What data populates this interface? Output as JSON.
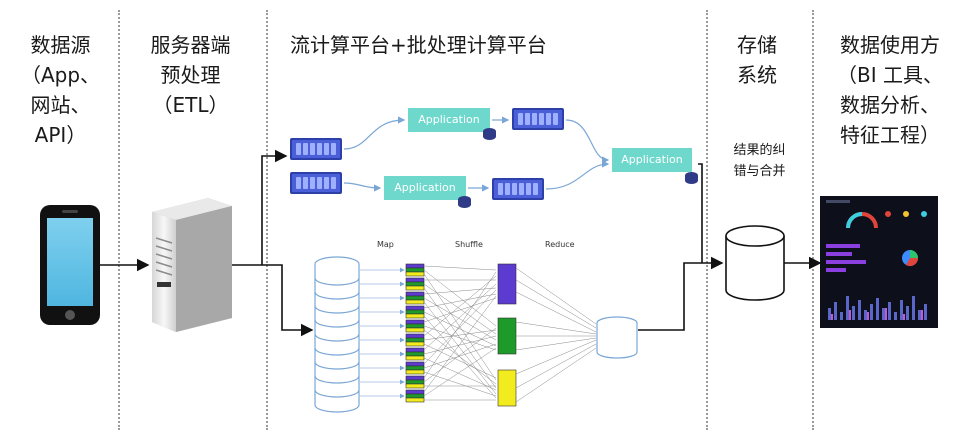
{
  "columns": {
    "source": "数据源\n（App、\n网站、\nAPI）",
    "etl": "服务器端\n预处理\n（ETL）",
    "compute": "流计算平台+批处理计算平台",
    "storage": "存储\n系统",
    "consumer": "数据使用方\n（BI 工具、\n数据分析、\n特征工程）"
  },
  "storage_note": "结果的纠\n错与合并",
  "stream": {
    "app_labels": [
      "Application",
      "Application",
      "Application"
    ]
  },
  "mapreduce": {
    "map": "Map",
    "shuffle": "Shuffle",
    "reduce": "Reduce"
  },
  "colors": {
    "queue": "#4a5fd8",
    "application": "#6fd8cc",
    "reduce_purple": "#5b3bd0",
    "reduce_green": "#1e9a2a",
    "reduce_yellow": "#f2ec1e",
    "dashboard_bg": "#0d0f1a"
  }
}
